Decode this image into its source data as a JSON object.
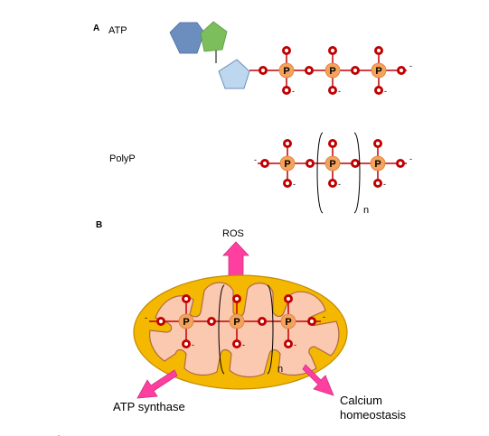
{
  "panel_a": {
    "label": "A",
    "atp": {
      "label": "ATP"
    },
    "polyp": {
      "label": "PolyP",
      "repeat": "n"
    }
  },
  "panel_b": {
    "label": "B",
    "ros": "ROS",
    "atp_synthase": "ATP synthase",
    "calcium": [
      "Calcium",
      "homeostasis"
    ],
    "repeat": "n"
  },
  "atoms": {
    "phosphorus": "P",
    "charge": "-"
  },
  "colors": {
    "phosphate": "#f5a25c",
    "oxygen": "#c00000",
    "bond": "#c00000",
    "adenine_hexagon": "#6c8ebf",
    "adenine_pentagon": "#7dbe5c",
    "ribose": "#bdd7ee",
    "mitochondrion_outer": "#f5b800",
    "mitochondrion_inner": "#fbc8b0",
    "arrow": "#ff3fa0"
  }
}
